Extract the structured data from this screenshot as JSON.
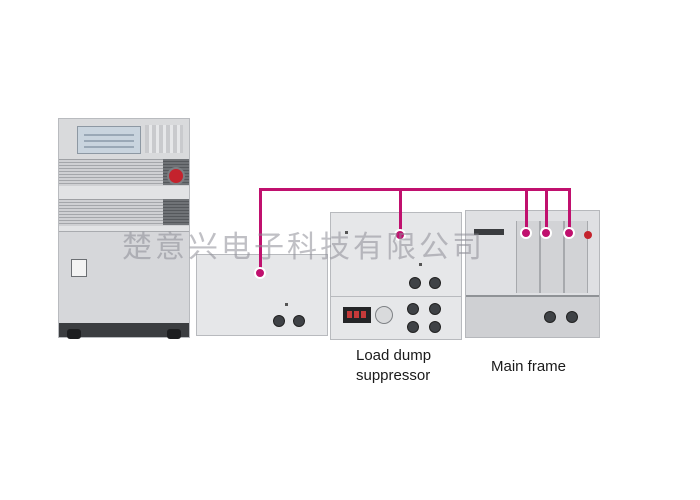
{
  "labels": {
    "load_dump": "Load dump\nsuppressor",
    "main_frame": "Main frame"
  },
  "watermark": "楚意兴电子科技有限公司",
  "colors": {
    "connector": "#c0106e",
    "background": "#ffffff",
    "panel": "#e6e7e9"
  }
}
